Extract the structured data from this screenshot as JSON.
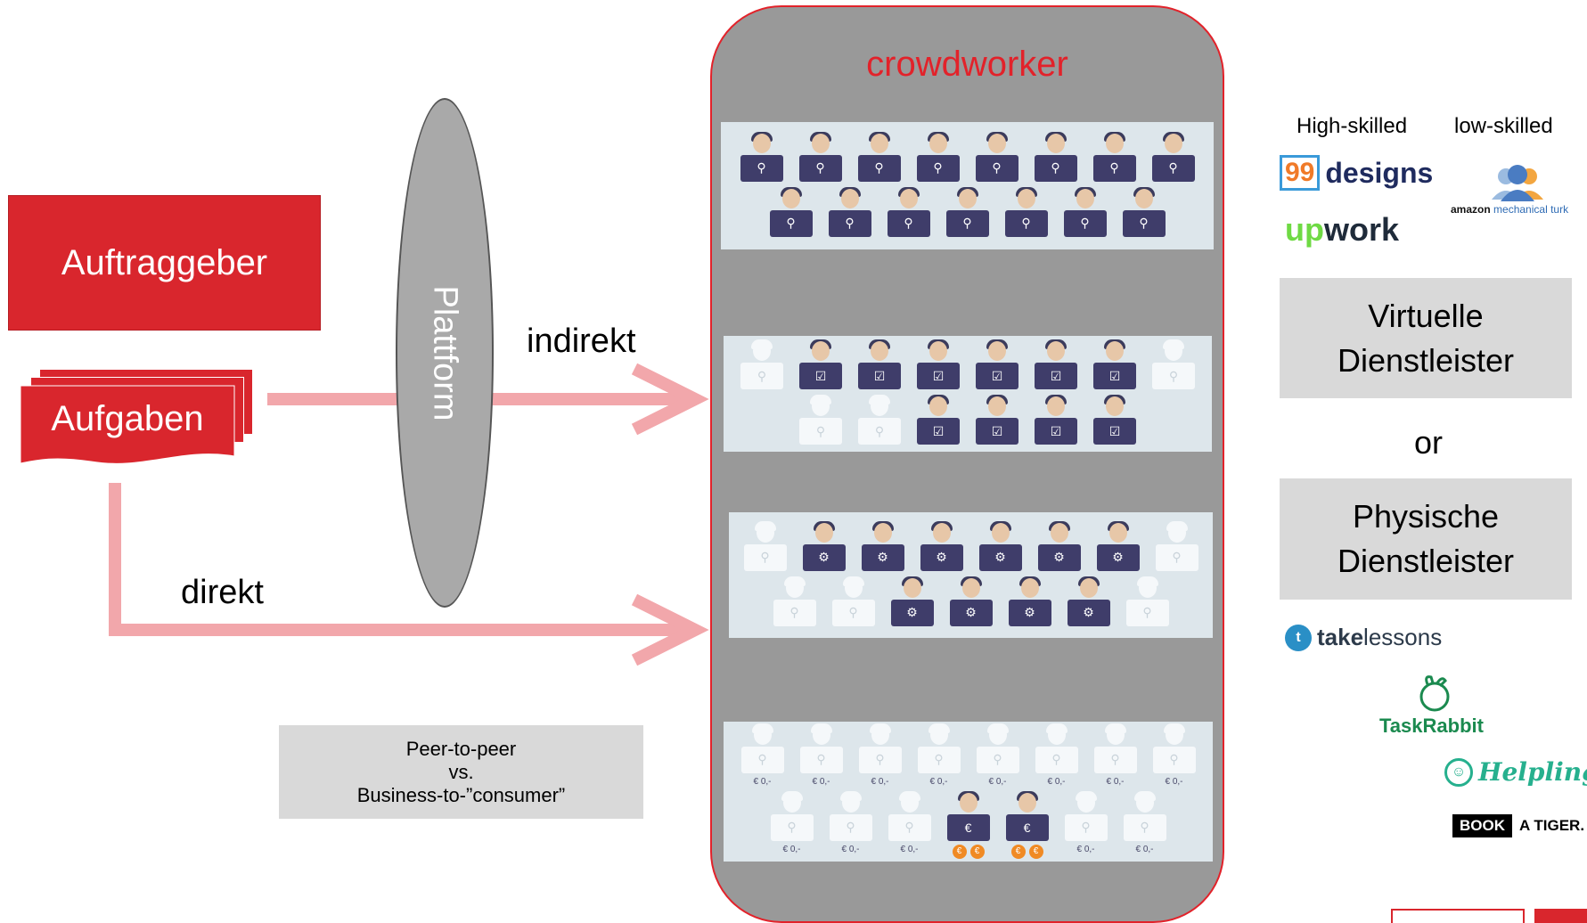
{
  "left": {
    "client_label": "Auftraggeber",
    "tasks_label": "Aufgaben",
    "platform_label": "Plattform",
    "indirect_label": "indirekt",
    "direct_label": "direkt",
    "p2p_lines": [
      "Peer-to-peer",
      "vs.",
      "Business-to-”consumer”"
    ]
  },
  "center": {
    "title": "crowdworker",
    "strips": [
      {
        "rows": [
          8,
          7
        ],
        "active": "all",
        "icon": "magnifier"
      },
      {
        "rows": [
          8,
          6
        ],
        "active_pattern": [
          [
            0,
            1,
            1,
            1,
            1,
            1,
            1,
            0
          ],
          [
            0,
            0,
            1,
            1,
            1,
            1
          ]
        ],
        "icon": "checkbox"
      },
      {
        "rows": [
          8,
          7
        ],
        "active_pattern": [
          [
            0,
            1,
            1,
            1,
            1,
            1,
            1,
            0
          ],
          [
            0,
            0,
            1,
            1,
            1,
            1,
            0
          ]
        ],
        "icon": "idea-gear"
      },
      {
        "rows": [
          8,
          7
        ],
        "active_pattern": [
          [
            0,
            0,
            0,
            0,
            0,
            0,
            0,
            0
          ],
          [
            0,
            0,
            0,
            1,
            1,
            0,
            0
          ]
        ],
        "icon": "euro",
        "fee_label": "€ 0,-",
        "coin_symbol": "€"
      }
    ]
  },
  "right": {
    "high_skilled": "High-skilled",
    "low_skilled": "low-skilled",
    "logos": {
      "designs_num": "99",
      "designs_word": "designs",
      "upwork_u": "up",
      "upwork_rest": "work",
      "amazon_a": "amazon",
      "amazon_rest": "mechanical turk",
      "takelessons_take": "take",
      "takelessons_rest": "lessons",
      "taskrabbit": "TaskRabbit",
      "helpling": "Helpling",
      "bookatiger_book": "BOOK",
      "bookatiger_rest": "A TIGER."
    },
    "virtual_lines": [
      "Virtuelle",
      "Dienstleister"
    ],
    "or_label": "or",
    "physical_lines": [
      "Physische",
      "Dienstleister"
    ]
  },
  "colors": {
    "brand_red": "#d9262d",
    "arrow_pink": "#f2a7ab",
    "laptop_navy": "#3f3d6a",
    "strip_bg": "#dde6eb",
    "panel_gray": "#999999"
  }
}
